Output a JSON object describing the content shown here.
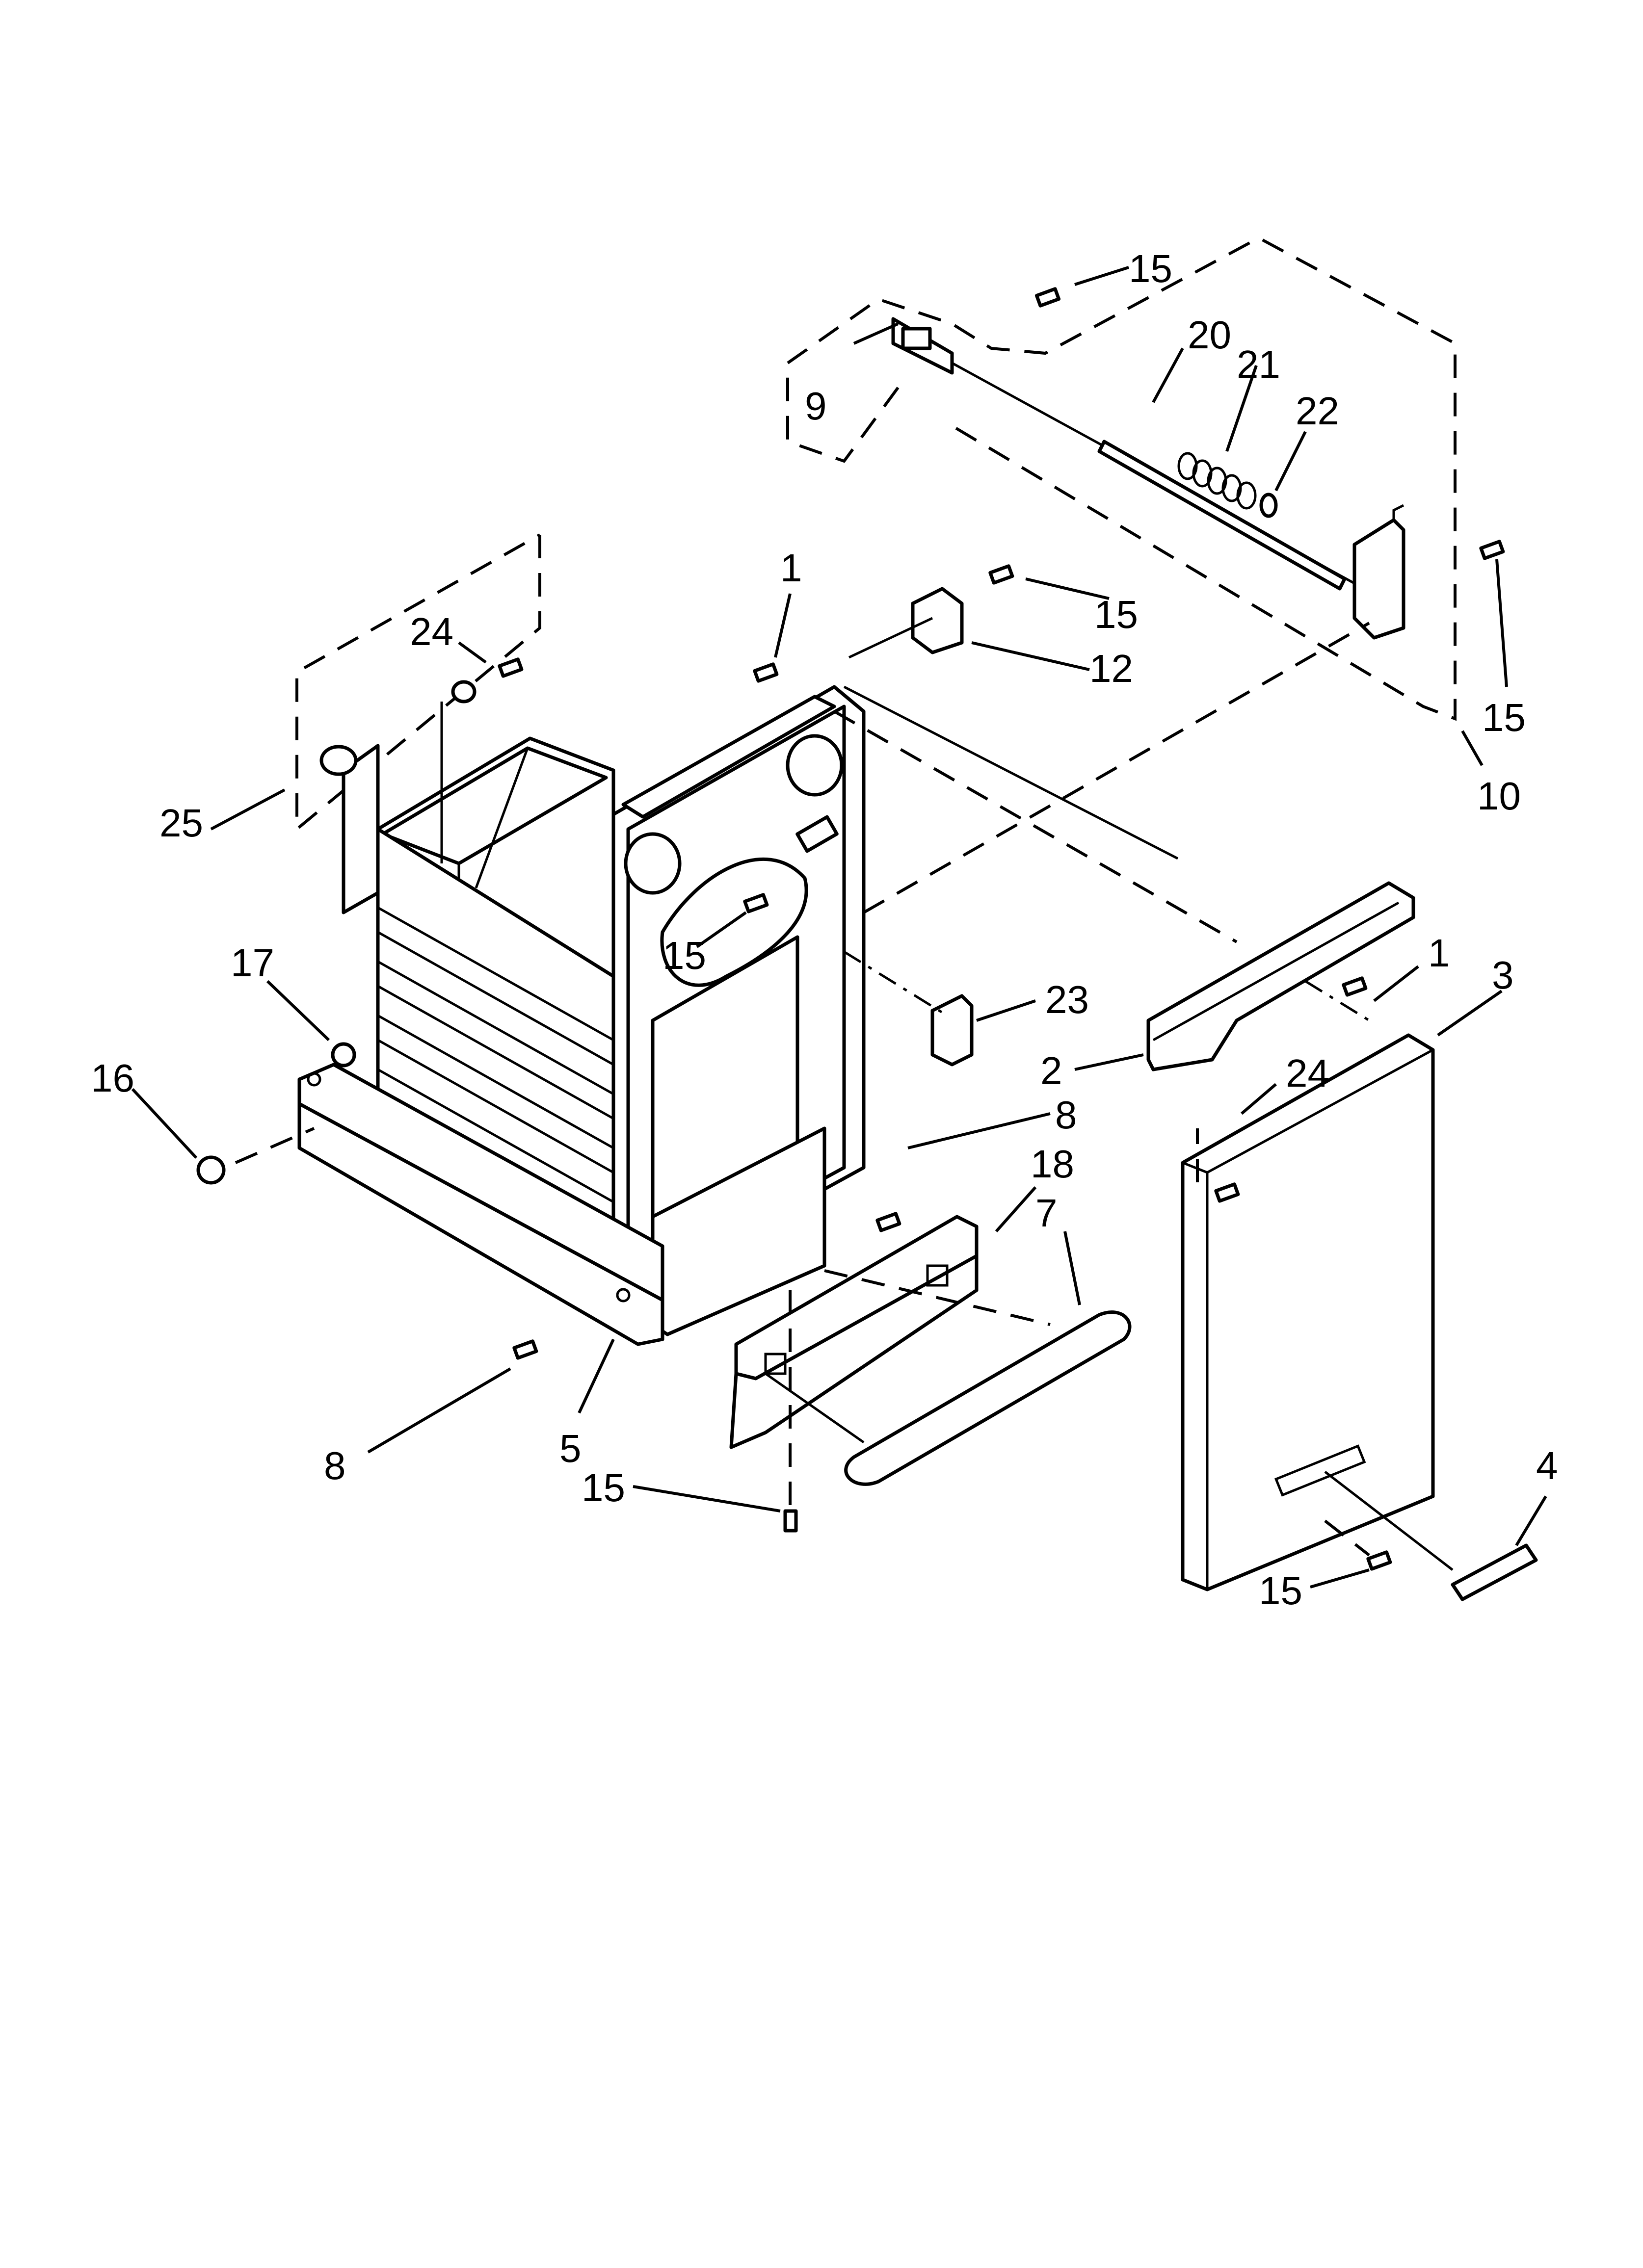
{
  "callouts": [
    {
      "text": "15"
    },
    {
      "text": "20"
    },
    {
      "text": "21"
    },
    {
      "text": "22"
    },
    {
      "text": "9"
    },
    {
      "text": "1"
    },
    {
      "text": "15"
    },
    {
      "text": "12"
    },
    {
      "text": "15"
    },
    {
      "text": "10"
    },
    {
      "text": "24"
    },
    {
      "text": "25"
    },
    {
      "text": "15"
    },
    {
      "text": "17"
    },
    {
      "text": "23"
    },
    {
      "text": "1"
    },
    {
      "text": "3"
    },
    {
      "text": "16"
    },
    {
      "text": "2"
    },
    {
      "text": "24"
    },
    {
      "text": "8"
    },
    {
      "text": "18"
    },
    {
      "text": "7"
    },
    {
      "text": "8"
    },
    {
      "text": "5"
    },
    {
      "text": "15"
    },
    {
      "text": "4"
    },
    {
      "text": "15"
    }
  ]
}
